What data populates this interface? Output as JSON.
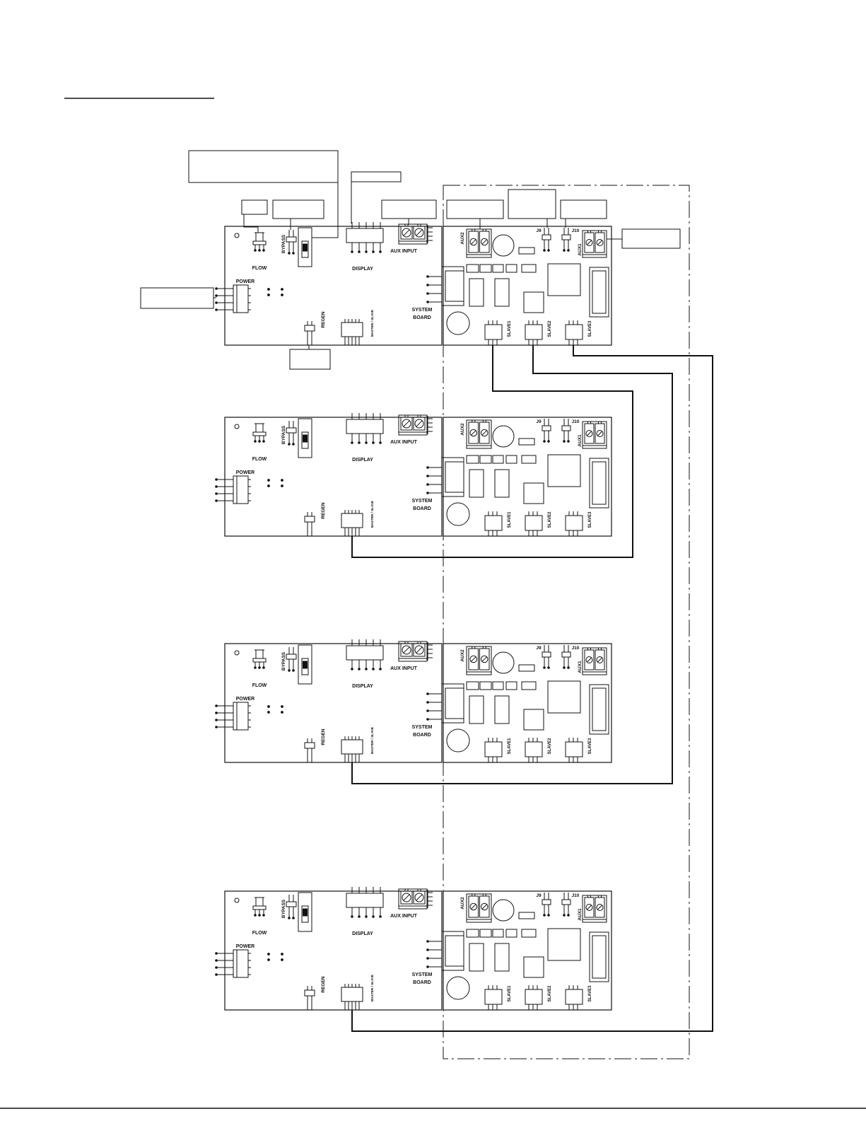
{
  "board_labels": {
    "flow": "FLOW",
    "bypass": "BYPASS",
    "power": "POWER",
    "regen": "REGEN",
    "display": "DISPLAY",
    "aux_input": "AUX INPUT",
    "master_slave": "MASTER / SLAVE",
    "system": "SYSTEM",
    "board": "BOARD",
    "aux2": "AUX2",
    "j9": "J9",
    "j10": "J10",
    "aux1": "AUX1",
    "slave1": "SLAVE1",
    "slave2": "SLAVE2",
    "slave3": "SLAVE3"
  },
  "colors": {
    "ink": "#111111",
    "background": "#ffffff"
  }
}
